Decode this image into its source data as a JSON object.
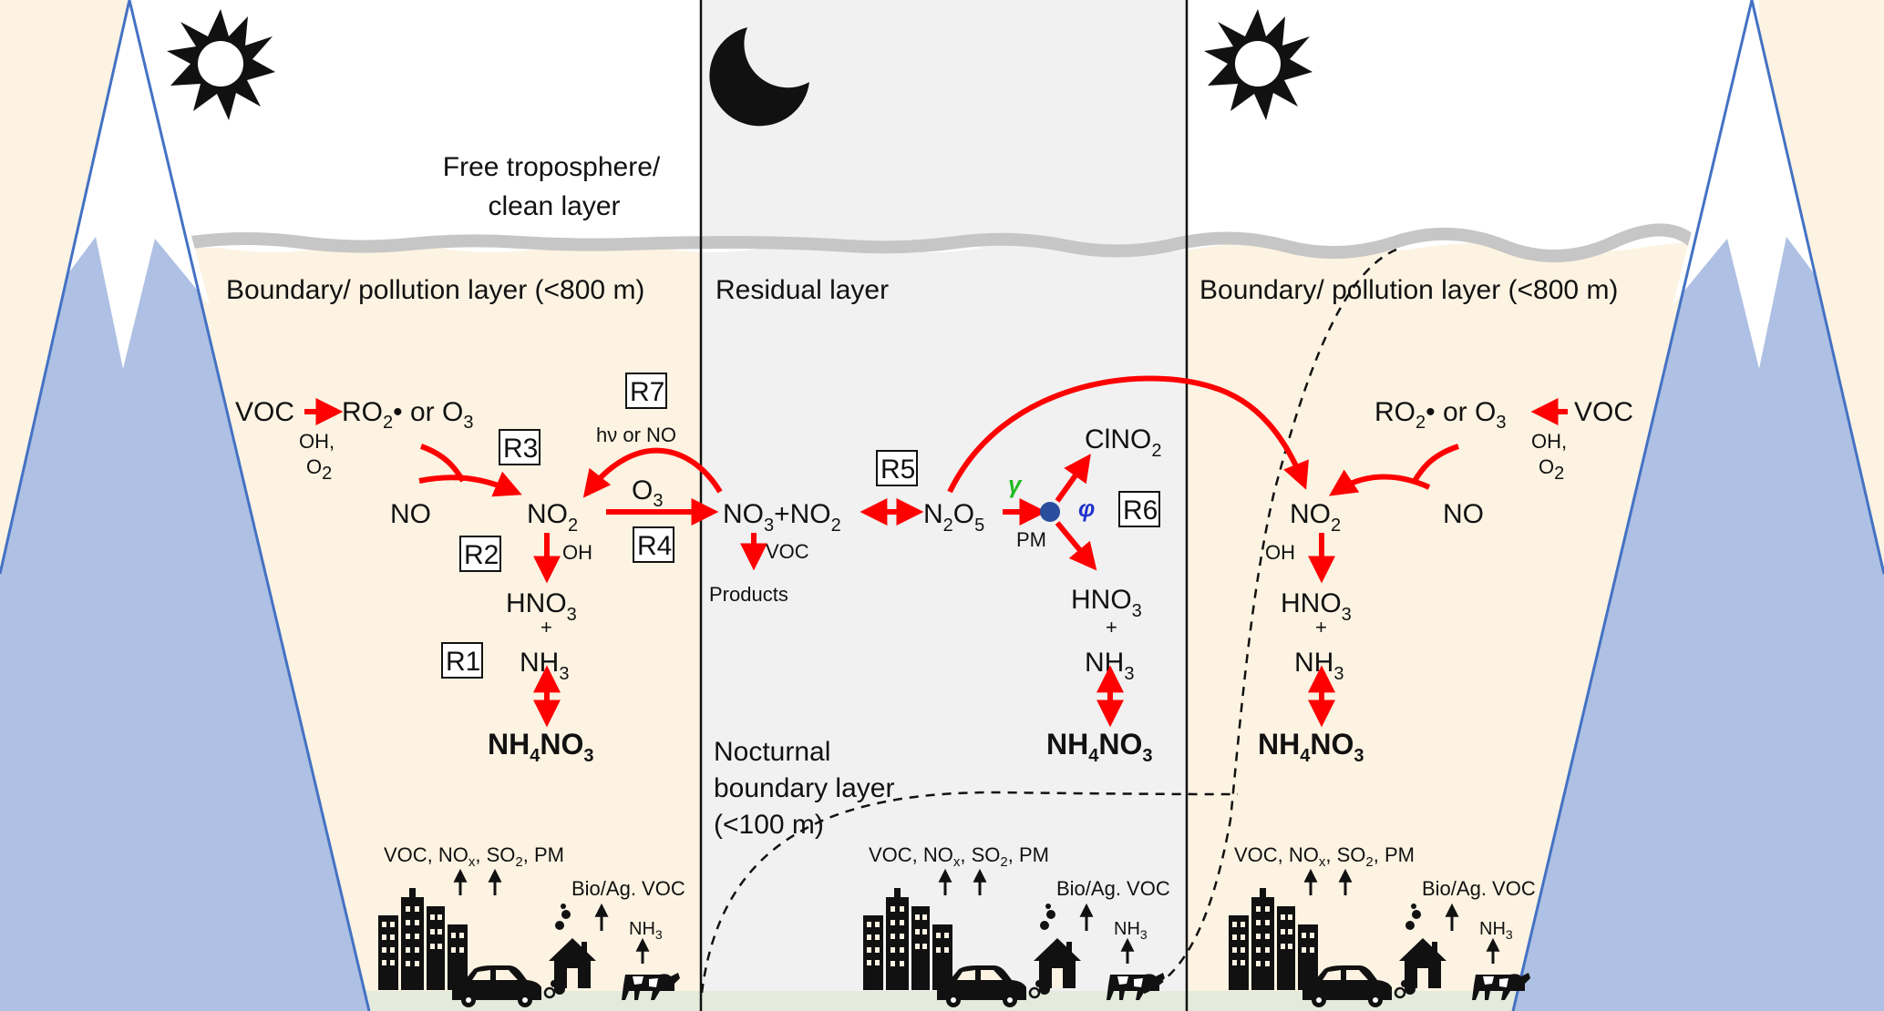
{
  "regions": {
    "free_troposphere": [
      "Free troposphere/",
      "clean layer"
    ],
    "left_layer": "Boundary/ pollution  layer (<800 m)",
    "residual_layer": "Residual  layer",
    "right_layer": "Boundary/ pollution  layer (<800 m)",
    "nocturnal_layer": [
      "Nocturnal",
      "boundary layer",
      "(<100 m)"
    ]
  },
  "left_panel": {
    "voc": "VOC",
    "ro2": "RO",
    "ro2_sub": "2",
    "or_o3": "• or O",
    "o3_sub": "3",
    "oh": "OH,",
    "o2": "O",
    "o2_sub": "2",
    "no": "NO",
    "no2": "NO",
    "no2_sub": "2",
    "oh2": "OH",
    "hno3": "HNO",
    "hno3_sub": "3",
    "plus": "+",
    "nh3": "NH",
    "nh3_sub": "3",
    "nh4no3_a": "NH",
    "nh4no3_sub4": "4",
    "nh4no3_b": "NO",
    "nh4no3_sub3": "3"
  },
  "middle_panel": {
    "hv_or_no": "hν or NO",
    "o3": "O",
    "o3_sub": "3",
    "no3": "NO",
    "no3_sub": "3",
    "plus_no2": "+NO",
    "no2_sub": "2",
    "voc": "VOC",
    "products": "Products",
    "n2o5_a": "N",
    "n2o5_sub2": "2",
    "n2o5_b": "O",
    "n2o5_sub5": "5",
    "gamma": "γ",
    "phi": "φ",
    "pm": "PM",
    "clno2": "ClNO",
    "clno2_sub": "2",
    "hno3": "HNO",
    "hno3_sub": "3",
    "plus": "+",
    "nh3": "NH",
    "nh3_sub": "3",
    "nh4no3_a": "NH",
    "nh4no3_sub4": "4",
    "nh4no3_b": "NO",
    "nh4no3_sub3": "3"
  },
  "right_panel": {
    "ro2": "RO",
    "ro2_sub": "2",
    "or_o3": "• or O",
    "o3_sub": "3",
    "voc": "VOC",
    "oh": "OH,",
    "o2": "O",
    "o2_sub": "2",
    "no2": "NO",
    "no2_sub": "2",
    "no": "NO",
    "oh2": "OH",
    "hno3": "HNO",
    "hno3_sub": "3",
    "plus": "+",
    "nh3": "NH",
    "nh3_sub": "3",
    "nh4no3_a": "NH",
    "nh4no3_sub4": "4",
    "nh4no3_b": "NO",
    "nh4no3_sub3": "3"
  },
  "reactions": {
    "r1": "R1",
    "r2": "R2",
    "r3": "R3",
    "r4": "R4",
    "r5": "R5",
    "r6": "R6",
    "r7": "R7"
  },
  "emissions": {
    "primary_a": "VOC, NO",
    "primary_x": "x",
    "primary_b": ", SO",
    "primary_2": "2",
    "primary_c": ", PM",
    "bio": "Bio/Ag. VOC",
    "nh3": "NH",
    "nh3_sub": "3"
  },
  "icons": [
    "sun-icon",
    "moon-icon",
    "sun-icon",
    "mountain-icon",
    "city-icon",
    "car-icon",
    "house-icon",
    "cow-icon",
    "particle-icon"
  ],
  "colors": {
    "day_bg": "#fcf3e2",
    "night_bg": "#f1f1f1",
    "mountain": "#aec0e3",
    "mountain_edge": "#4472c4",
    "arrow": "#ff0000",
    "ground": "#e4ebdc",
    "gamma": "#22bb22",
    "phi": "#2233cc",
    "particle": "#2a4d9c"
  }
}
